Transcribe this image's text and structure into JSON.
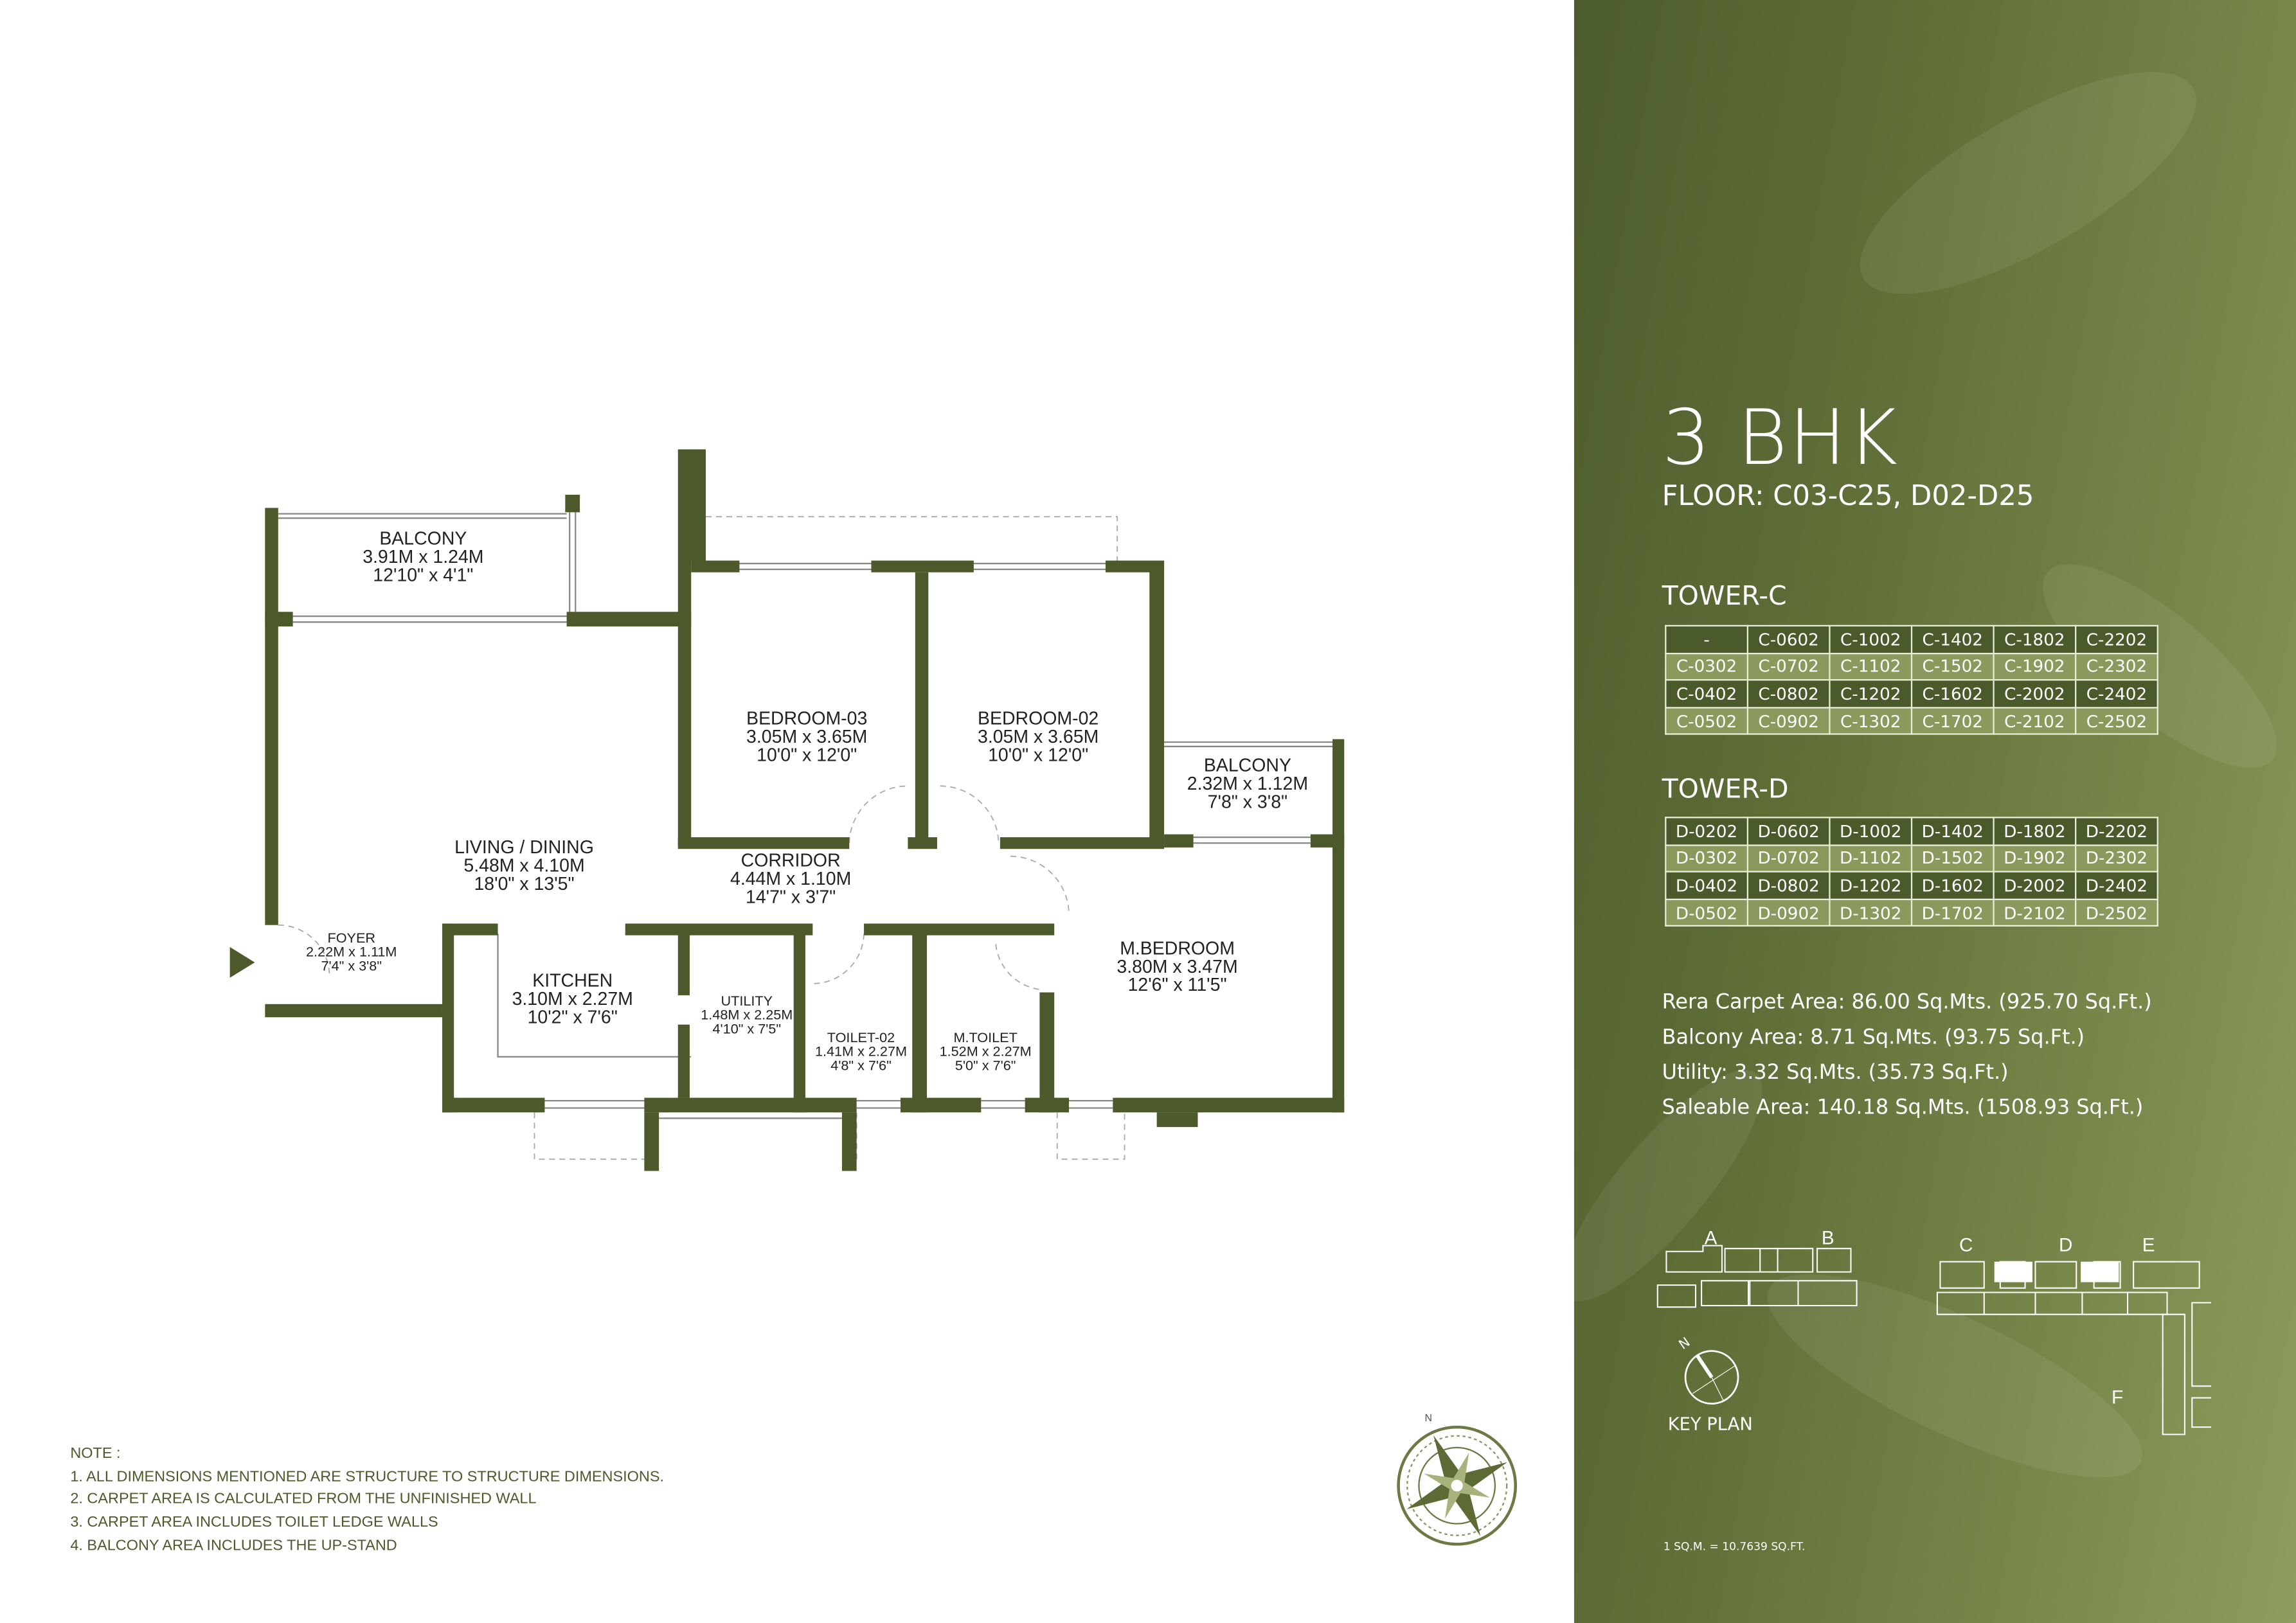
{
  "plan": {
    "rooms": [
      {
        "name": "BALCONY",
        "metric": "3.91M x 1.24M",
        "imperial": "12'10\" x 4'1\""
      },
      {
        "name": "BEDROOM-03",
        "metric": "3.05M x 3.65M",
        "imperial": "10'0\" x 12'0\""
      },
      {
        "name": "BEDROOM-02",
        "metric": "3.05M x 3.65M",
        "imperial": "10'0\" x 12'0\""
      },
      {
        "name": "BALCONY",
        "metric": "2.32M x 1.12M",
        "imperial": "7'8\" x 3'8\""
      },
      {
        "name": "LIVING / DINING",
        "metric": "5.48M x 4.10M",
        "imperial": "18'0\" x 13'5\""
      },
      {
        "name": "CORRIDOR",
        "metric": "4.44M x 1.10M",
        "imperial": "14'7\" x 3'7\""
      },
      {
        "name": "FOYER",
        "metric": "2.22M x 1.11M",
        "imperial": "7'4\" x 3'8\""
      },
      {
        "name": "KITCHEN",
        "metric": "3.10M x 2.27M",
        "imperial": "10'2\" x 7'6\""
      },
      {
        "name": "UTILITY",
        "metric": "1.48M x 2.25M",
        "imperial": "4'10\" x 7'5\""
      },
      {
        "name": "TOILET-02",
        "metric": "1.41M x 2.27M",
        "imperial": "4'8\" x 7'6\""
      },
      {
        "name": "M.TOILET",
        "metric": "1.52M x 2.27M",
        "imperial": "5'0\" x 7'6\""
      },
      {
        "name": "M.BEDROOM",
        "metric": "3.80M x 3.47M",
        "imperial": "12'6\" x 11'5\""
      }
    ],
    "wall_color": "#4c5a2b",
    "compass_icon": "compass-rose-icon",
    "entry_icon": "entry-arrow-icon"
  },
  "notes": {
    "title": "NOTE :",
    "items": [
      "1. ALL DIMENSIONS MENTIONED ARE STRUCTURE TO STRUCTURE DIMENSIONS.",
      "2. CARPET AREA IS CALCULATED FROM THE UNFINISHED WALL",
      "3. CARPET AREA INCLUDES TOILET LEDGE WALLS",
      "4. BALCONY AREA INCLUDES THE UP-STAND"
    ]
  },
  "panel": {
    "title": "3 BHK",
    "floor": "FLOOR: C03-C25, D02-D25",
    "tower_c": {
      "title": "TOWER-C",
      "rows": [
        [
          "-",
          "C-0602",
          "C-1002",
          "C-1402",
          "C-1802",
          "C-2202"
        ],
        [
          "C-0302",
          "C-0702",
          "C-1102",
          "C-1502",
          "C-1902",
          "C-2302"
        ],
        [
          "C-0402",
          "C-0802",
          "C-1202",
          "C-1602",
          "C-2002",
          "C-2402"
        ],
        [
          "C-0502",
          "C-0902",
          "C-1302",
          "C-1702",
          "C-2102",
          "C-2502"
        ]
      ]
    },
    "tower_d": {
      "title": "TOWER-D",
      "rows": [
        [
          "D-0202",
          "D-0602",
          "D-1002",
          "D-1402",
          "D-1802",
          "D-2202"
        ],
        [
          "D-0302",
          "D-0702",
          "D-1102",
          "D-1502",
          "D-1902",
          "D-2302"
        ],
        [
          "D-0402",
          "D-0802",
          "D-1202",
          "D-1602",
          "D-2002",
          "D-2402"
        ],
        [
          "D-0502",
          "D-0902",
          "D-1302",
          "D-1702",
          "D-2102",
          "D-2502"
        ]
      ]
    },
    "areas": [
      "Rera Carpet Area: 86.00 Sq.Mts. (925.70 Sq.Ft.)",
      "Balcony Area: 8.71 Sq.Mts. (93.75 Sq.Ft.)",
      "Utility: 3.32 Sq.Mts. (35.73 Sq.Ft.)",
      "Saleable Area: 140.18 Sq.Mts. (1508.93 Sq.Ft.)"
    ],
    "key_plan": {
      "label": "KEY PLAN",
      "north": "N",
      "towers": [
        "A",
        "B",
        "C",
        "D",
        "E",
        "F"
      ]
    },
    "conversion": "1 SQ.M. = 10.7639 SQ.FT.",
    "colors": {
      "dark_cell": "#4b5a2b",
      "light_cell": "#8b9a5c"
    }
  }
}
